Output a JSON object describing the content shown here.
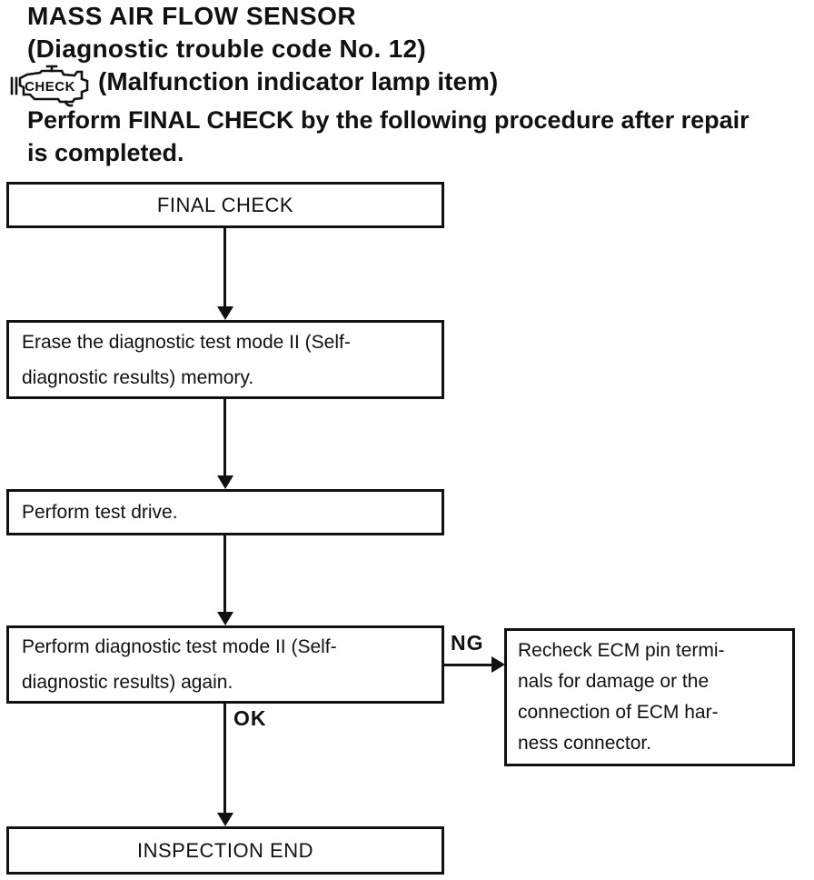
{
  "header": {
    "title": "MASS AIR FLOW SENSOR",
    "subtitle": "(Diagnostic trouble code No. 12)",
    "mil_icon_label": "CHECK",
    "mil_item": "(Malfunction indicator lamp item)",
    "intro_lines": [
      "Perform FINAL CHECK by the following procedure after repair",
      "is completed."
    ]
  },
  "flowchart": {
    "nodes": [
      {
        "id": "final-check",
        "label": "FINAL CHECK",
        "align": "center",
        "lines": [
          "FINAL CHECK"
        ]
      },
      {
        "id": "erase-memory",
        "label": "Erase the diagnostic test mode II (Self-diagnostic results) memory.",
        "align": "left",
        "lines": [
          "Erase the diagnostic test mode II (Self-",
          "diagnostic results) memory."
        ]
      },
      {
        "id": "test-drive",
        "label": "Perform test drive.",
        "align": "left",
        "lines": [
          "Perform test drive."
        ]
      },
      {
        "id": "diagnostic-again",
        "label": "Perform diagnostic test mode II (Self-diagnostic results) again.",
        "align": "left",
        "lines": [
          "Perform diagnostic test mode II (Self-",
          "diagnostic results) again."
        ]
      },
      {
        "id": "recheck-ecm",
        "label": "Recheck ECM pin terminals for damage or the connection of ECM harness connector.",
        "align": "left",
        "lines": [
          "Recheck ECM pin termi-",
          "nals for damage or the",
          "connection of ECM har-",
          "ness connector."
        ]
      },
      {
        "id": "inspection-end",
        "label": "INSPECTION END",
        "align": "center",
        "lines": [
          "INSPECTION END"
        ]
      }
    ],
    "edges": [
      {
        "from": "final-check",
        "to": "erase-memory",
        "label": ""
      },
      {
        "from": "erase-memory",
        "to": "test-drive",
        "label": ""
      },
      {
        "from": "test-drive",
        "to": "diagnostic-again",
        "label": ""
      },
      {
        "from": "diagnostic-again",
        "to": "recheck-ecm",
        "label": "NG"
      },
      {
        "from": "diagnostic-again",
        "to": "inspection-end",
        "label": "OK"
      }
    ]
  },
  "colors": {
    "ink": "#111111",
    "paper": "#ffffff"
  }
}
